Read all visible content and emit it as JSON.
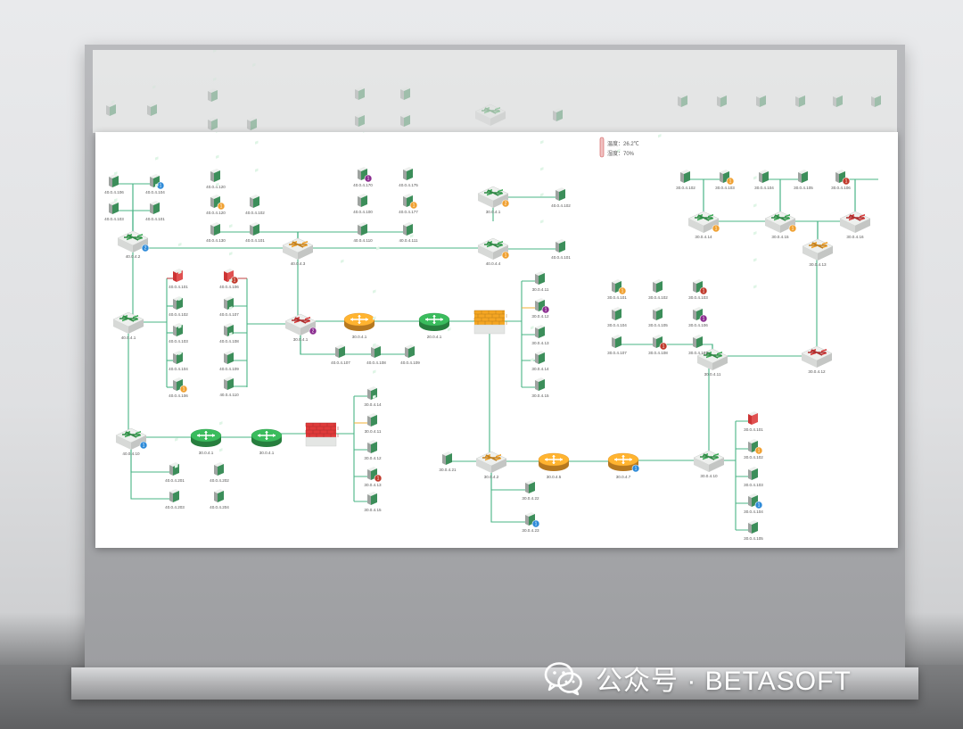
{
  "sensor": {
    "temperature": "温度：26.2℃",
    "humidity": "湿度：70%"
  },
  "watermark": {
    "text": "公众号 · BETASOFT",
    "icon": "wechat-icon"
  },
  "colors": {
    "link": "#49b486",
    "link_alt": "#f0b035",
    "link_red": "#c04040",
    "switch_green": "#3daa57",
    "switch_orange": "#f0a028",
    "switch_red": "#d63a3a",
    "router_green": "#34a853",
    "router_orange": "#f2a12b",
    "firewall_orange": "#f5a623",
    "firewall_red": "#e03a3a",
    "badge_blue": "#2d8ad8",
    "badge_orange": "#f0a030",
    "badge_purple": "#8a2b8f",
    "badge_red": "#c0392b"
  },
  "devices": [
    {
      "id": "s1",
      "kind": "switch",
      "color": "switch_green",
      "label": "40.0.4.2",
      "badge": "2",
      "badge_color": "badge_blue"
    },
    {
      "id": "s2",
      "kind": "switch",
      "color": "switch_orange",
      "label": "40.0.4.3"
    },
    {
      "id": "s3",
      "kind": "switch",
      "color": "switch_green",
      "label": "30.0.4.1",
      "badge": "2",
      "badge_color": "badge_orange"
    },
    {
      "id": "s4",
      "kind": "switch",
      "color": "switch_green",
      "label": "40.0.4.4",
      "badge": "1",
      "badge_color": "badge_orange"
    },
    {
      "id": "s5",
      "kind": "switch",
      "color": "switch_green",
      "label": "40.0.4.1"
    },
    {
      "id": "s6",
      "kind": "switch",
      "color": "switch_red",
      "label": "30.0.4.1",
      "badge": "2",
      "badge_color": "badge_purple"
    },
    {
      "id": "r1",
      "kind": "router",
      "color": "router_orange",
      "label": "30.0.4.1"
    },
    {
      "id": "r2",
      "kind": "router",
      "color": "router_green",
      "label": "20.0.4.1"
    },
    {
      "id": "fw1",
      "kind": "firewall",
      "color": "firewall_orange",
      "label": ""
    },
    {
      "id": "s7",
      "kind": "switch",
      "color": "switch_green",
      "label": "40.0.4.10",
      "badge": "1",
      "badge_color": "badge_blue"
    },
    {
      "id": "r3",
      "kind": "router",
      "color": "router_green",
      "label": "30.0.4.1"
    },
    {
      "id": "r4",
      "kind": "router",
      "color": "router_green",
      "label": "30.0.4.1"
    },
    {
      "id": "fw2",
      "kind": "firewall",
      "color": "firewall_red",
      "label": ""
    },
    {
      "id": "s8",
      "kind": "switch",
      "color": "switch_orange",
      "label": "30.0.4.2"
    },
    {
      "id": "r5",
      "kind": "router",
      "color": "router_orange",
      "label": "30.0.4.5"
    },
    {
      "id": "r6",
      "kind": "router",
      "color": "router_orange",
      "label": "30.0.4.7",
      "badge": "1",
      "badge_color": "badge_blue"
    },
    {
      "id": "s9",
      "kind": "switch",
      "color": "switch_green",
      "label": "30.0.4.10"
    },
    {
      "id": "s10",
      "kind": "switch",
      "color": "switch_green",
      "label": "30.0.4.11"
    },
    {
      "id": "s11",
      "kind": "switch",
      "color": "switch_red",
      "label": "30.0.4.12"
    },
    {
      "id": "s12",
      "kind": "switch",
      "color": "switch_orange",
      "label": "30.0.4.13"
    },
    {
      "id": "s13",
      "kind": "switch",
      "color": "switch_green",
      "label": "30.0.4.14",
      "badge": "1",
      "badge_color": "badge_orange"
    },
    {
      "id": "s14",
      "kind": "switch",
      "color": "switch_green",
      "label": "30.0.4.15",
      "badge": "1",
      "badge_color": "badge_orange"
    },
    {
      "id": "s15",
      "kind": "switch",
      "color": "switch_red",
      "label": "30.0.4.16"
    }
  ],
  "hosts": [
    {
      "label": "40.0.4.106"
    },
    {
      "label": "40.0.4.104",
      "badge": "1",
      "badge_color": "badge_blue"
    },
    {
      "label": "40.0.4.103"
    },
    {
      "label": "40.0.4.101"
    },
    {
      "label": "40.0.4.120"
    },
    {
      "label": "40.0.4.120",
      "badge": "1",
      "badge_color": "badge_orange"
    },
    {
      "label": "40.0.4.102"
    },
    {
      "label": "40.0.4.130"
    },
    {
      "label": "40.0.4.101"
    },
    {
      "label": "40.0.4.170",
      "badge": "1",
      "badge_color": "badge_purple"
    },
    {
      "label": "40.0.4.175"
    },
    {
      "label": "40.0.4.100"
    },
    {
      "label": "40.0.4.177",
      "badge": "1",
      "badge_color": "badge_orange"
    },
    {
      "label": "40.0.4.110"
    },
    {
      "label": "40.0.4.111"
    },
    {
      "label": "40.0.4.102"
    },
    {
      "label": "40.0.4.101"
    },
    {
      "label": "40.0.4.101",
      "color": "red"
    },
    {
      "label": "40.0.4.102"
    },
    {
      "label": "40.0.4.103"
    },
    {
      "label": "40.0.4.104"
    },
    {
      "label": "40.0.4.106",
      "badge": "1",
      "badge_color": "badge_orange"
    },
    {
      "label": "40.0.4.106",
      "color": "red",
      "badge": "1",
      "badge_color": "badge_red"
    },
    {
      "label": "40.0.4.107"
    },
    {
      "label": "40.0.4.108"
    },
    {
      "label": "40.0.4.109"
    },
    {
      "label": "40.0.4.110"
    },
    {
      "label": "40.0.4.107"
    },
    {
      "label": "40.0.4.108"
    },
    {
      "label": "40.0.4.109"
    },
    {
      "label": "30.0.4.11"
    },
    {
      "label": "30.0.4.12",
      "badge": "1",
      "badge_color": "badge_purple"
    },
    {
      "label": "30.0.4.13"
    },
    {
      "label": "30.0.4.14"
    },
    {
      "label": "30.0.4.15"
    },
    {
      "label": "30.0.4.14"
    },
    {
      "label": "30.0.4.11"
    },
    {
      "label": "30.0.4.12"
    },
    {
      "label": "30.0.4.13",
      "badge": "1",
      "badge_color": "badge_red"
    },
    {
      "label": "30.0.4.15"
    },
    {
      "label": "40.0.4.201"
    },
    {
      "label": "40.0.4.202"
    },
    {
      "label": "40.0.4.203"
    },
    {
      "label": "40.0.4.204"
    },
    {
      "label": "30.0.4.21"
    },
    {
      "label": "30.0.4.22"
    },
    {
      "label": "30.0.4.23",
      "badge": "1",
      "badge_color": "badge_blue"
    },
    {
      "label": "30.0.4.101",
      "color": "red"
    },
    {
      "label": "30.0.4.102",
      "badge": "1",
      "badge_color": "badge_orange"
    },
    {
      "label": "30.0.4.103"
    },
    {
      "label": "30.0.4.104",
      "badge": "1",
      "badge_color": "badge_blue"
    },
    {
      "label": "30.0.4.105"
    },
    {
      "label": "30.0.4.101",
      "badge": "1",
      "badge_color": "badge_orange"
    },
    {
      "label": "30.0.4.102"
    },
    {
      "label": "30.0.4.103",
      "badge": "1",
      "badge_color": "badge_red"
    },
    {
      "label": "30.0.4.104"
    },
    {
      "label": "30.0.4.105"
    },
    {
      "label": "30.0.4.106",
      "badge": "1",
      "badge_color": "badge_purple"
    },
    {
      "label": "30.0.4.107"
    },
    {
      "label": "30.0.4.108",
      "badge": "1",
      "badge_color": "badge_red"
    },
    {
      "label": "30.0.4.101"
    },
    {
      "label": "30.0.4.102"
    },
    {
      "label": "30.0.4.103",
      "badge": "1",
      "badge_color": "badge_orange"
    },
    {
      "label": "30.0.4.104"
    },
    {
      "label": "30.0.4.105"
    },
    {
      "label": "30.0.4.106",
      "badge": "1",
      "badge_color": "badge_red"
    }
  ]
}
